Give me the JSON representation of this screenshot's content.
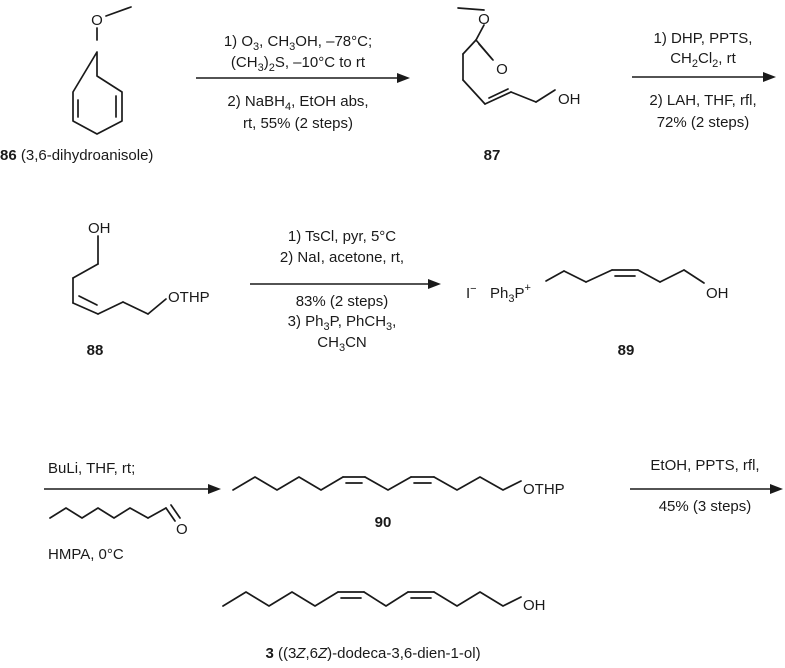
{
  "compounds": {
    "c86": {
      "number": "86",
      "name": "(3,6-dihydroanisole)"
    },
    "c87": {
      "number": "87",
      "oh": "OH"
    },
    "c88": {
      "number": "88",
      "oh": "OH",
      "othp": "OTHP"
    },
    "c89": {
      "number": "89",
      "iodide": "I",
      "iodide_charge": "−",
      "ph": "Ph",
      "ph_sub": "3",
      "p": "P",
      "p_charge": "+",
      "oh": "OH"
    },
    "c90": {
      "number": "90",
      "othp": "OTHP"
    },
    "c3": {
      "number": "3",
      "name_open": "((3",
      "z1": "Z",
      "name_mid": ",6",
      "z2": "Z",
      "name_close": ")-dodeca-3,6-dien-1-ol)",
      "oh": "OH"
    }
  },
  "atoms": {
    "o": "O"
  },
  "steps": {
    "s1": {
      "l1_a": "1) O",
      "l1_sub": "3",
      "l1_b": ", CH",
      "l1_sub2": "3",
      "l1_c": "OH, –78°C;",
      "l2_a": "(CH",
      "l2_sub": "3",
      "l2_b": ")",
      "l2_sub2": "2",
      "l2_c": "S, –10°C to rt",
      "l3_a": "2) NaBH",
      "l3_sub": "4",
      "l3_b": ", EtOH abs,",
      "l4": "rt, 55% (2 steps)"
    },
    "s2": {
      "l1": "1) DHP, PPTS,",
      "l2_a": "CH",
      "l2_sub": "2",
      "l2_b": "Cl",
      "l2_sub2": "2",
      "l2_c": ", rt",
      "l3": "2) LAH, THF, rfl,",
      "l4": "72% (2 steps)"
    },
    "s3": {
      "l1": "1) TsCl, pyr, 5°C",
      "l2": "2) NaI, acetone, rt,",
      "l3": "83% (2 steps)",
      "l4_a": "3) Ph",
      "l4_sub": "3",
      "l4_b": "P, PhCH",
      "l4_sub2": "3",
      "l4_c": ",",
      "l5_a": "CH",
      "l5_sub": "3",
      "l5_b": "CN"
    },
    "s4": {
      "l1": "BuLi, THF, rt;",
      "l2": "HMPA, 0°C"
    },
    "s5": {
      "l1": "EtOH, PPTS, rfl,",
      "l2": "45% (3 steps)"
    }
  }
}
